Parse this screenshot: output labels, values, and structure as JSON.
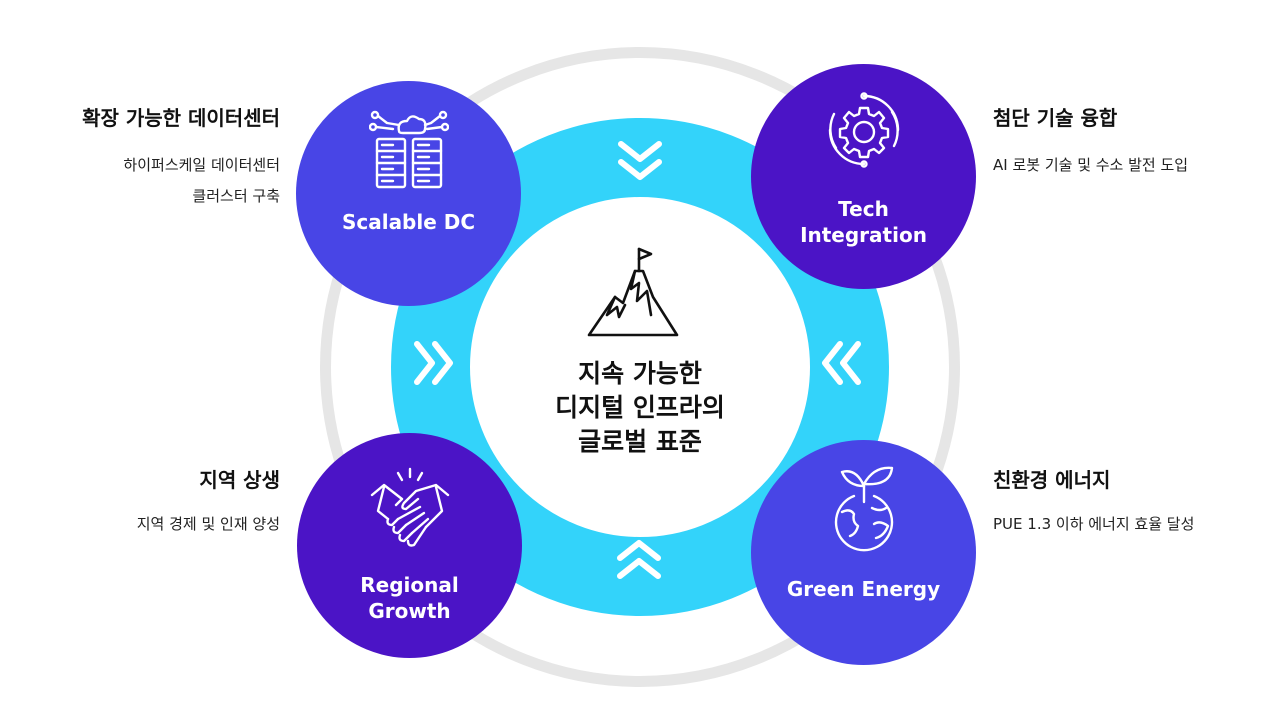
{
  "center": {
    "line1": "지속 가능한",
    "line2": "디지털 인프라의",
    "line3": "글로벌 표준"
  },
  "quadrants": {
    "top_left": {
      "circle_title": "Scalable DC",
      "heading": "확장 가능한 데이터센터",
      "desc_line1": "하이퍼스케일 데이터센터",
      "desc_line2": "클러스터 구축",
      "icon": "server-cloud-icon"
    },
    "top_right": {
      "circle_line1": "Tech",
      "circle_line2": "Integration",
      "heading": "첨단 기술 융합",
      "desc_line1": "AI 로봇 기술 및 수소 발전 도입",
      "icon": "gear-icon"
    },
    "bottom_left": {
      "circle_line1": "Regional",
      "circle_line2": "Growth",
      "heading": "지역 상생",
      "desc_line1": "지역 경제 및 인재 양성",
      "icon": "handshake-icon"
    },
    "bottom_right": {
      "circle_title": "Green Energy",
      "heading": "친환경 에너지",
      "desc_line1": "PUE 1.3 이하 에너지 효율 달성",
      "icon": "sprout-globe-icon"
    }
  },
  "arrows": [
    "chevron-down-icon",
    "chevron-right-icon",
    "chevron-left-icon",
    "chevron-up-icon"
  ],
  "colors": {
    "cyan_ring": "#33d3fa",
    "gray_ring": "#e6e6e6",
    "blue_circle": "#4845e6",
    "purple_circle": "#4b14c6"
  }
}
